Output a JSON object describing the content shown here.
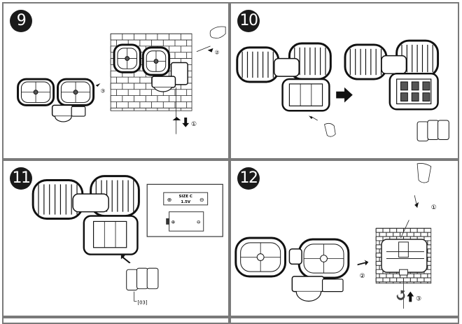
{
  "document": {
    "type": "installation-instructions",
    "steps": [
      {
        "number": "9",
        "illustration": "remove-light-from-wall-bracket",
        "markers": [
          "①",
          "②",
          "③"
        ]
      },
      {
        "number": "10",
        "illustration": "open-battery-compartment",
        "markers": []
      },
      {
        "number": "11",
        "illustration": "insert-batteries",
        "markers": [],
        "battery_label_line1": "SIZE C",
        "battery_label_line2": "1.5V",
        "plus_symbol": "⊕",
        "minus_symbol": "⊖",
        "part_ref": "[03]"
      },
      {
        "number": "12",
        "illustration": "remount-light-on-wall-bracket",
        "markers": [
          "①",
          "②",
          "③"
        ]
      }
    ]
  },
  "colors": {
    "badge": "#1a1a1a",
    "border": "#7a7a7a",
    "line": "#1a1a1a"
  }
}
